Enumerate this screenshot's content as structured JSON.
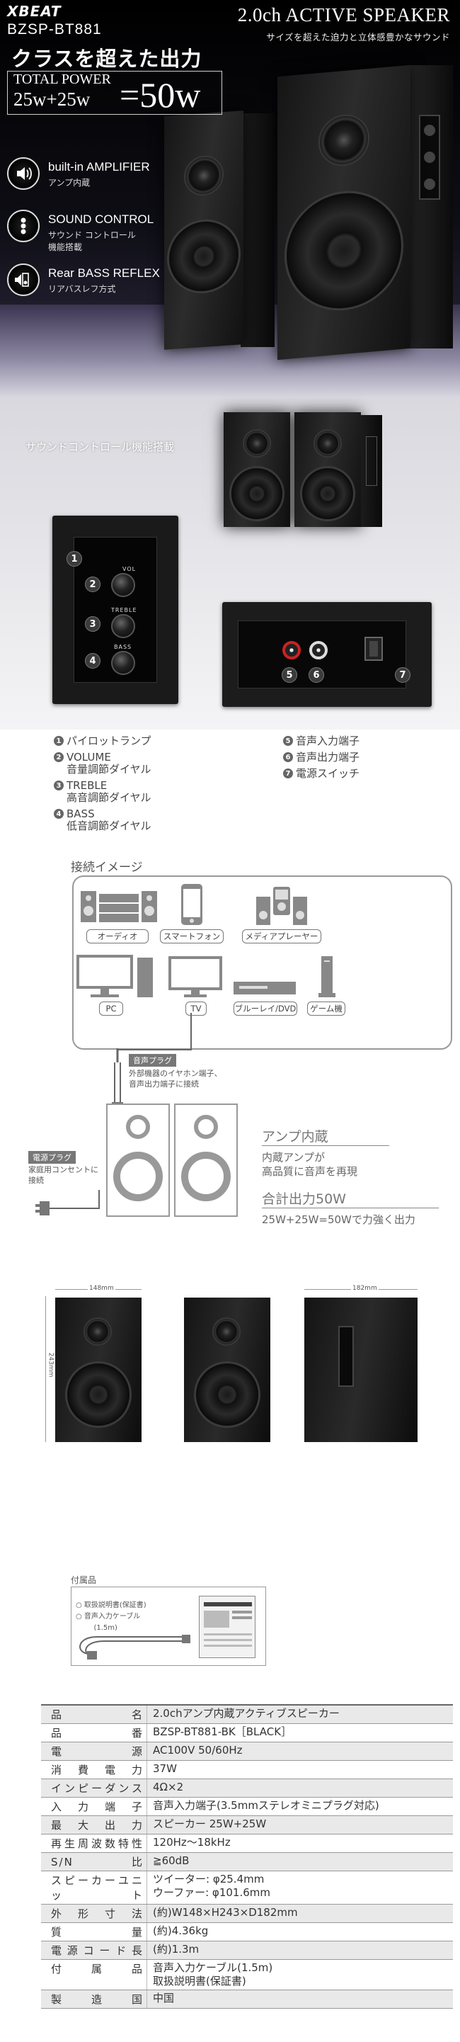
{
  "header": {
    "brand": "XBEAT",
    "model": "BZSP-BT881",
    "title": "2.0ch ACTIVE SPEAKER",
    "subtitle": "サイズを超えた迫力と立体感豊かなサウンド"
  },
  "hero": {
    "headline": "クラスを超えた出力",
    "power_label": "TOTAL POWER",
    "power_breakdown": "25w+25w",
    "power_total": "=50w",
    "features": [
      {
        "title": "built-in AMPLIFIER",
        "desc_lines": [
          "アンプ内蔵"
        ],
        "icon": "speaker-waves-icon"
      },
      {
        "title": "SOUND CONTROL",
        "desc_lines": [
          "サウンド コントロール",
          "機能搭載"
        ],
        "icon": "knobs-icon"
      },
      {
        "title": "Rear BASS REFLEX",
        "desc_lines": [
          "リアバスレフ方式"
        ],
        "icon": "speaker-back-icon"
      }
    ]
  },
  "sound_control": {
    "title": "サウンドコントロール機能搭載",
    "panel_labels": [
      "VOL",
      "TREBLE",
      "BASS"
    ],
    "legend_left": [
      {
        "num": "1",
        "lines": [
          "パイロットランプ"
        ]
      },
      {
        "num": "2",
        "lines": [
          "VOLUME",
          "音量調節ダイヤル"
        ]
      },
      {
        "num": "3",
        "lines": [
          "TREBLE",
          "高音調節ダイヤル"
        ]
      },
      {
        "num": "4",
        "lines": [
          "BASS",
          "低音調節ダイヤル"
        ]
      }
    ],
    "legend_right": [
      {
        "num": "5",
        "lines": [
          "音声入力端子"
        ]
      },
      {
        "num": "6",
        "lines": [
          "音声出力端子"
        ]
      },
      {
        "num": "7",
        "lines": [
          "電源スイッチ"
        ]
      }
    ]
  },
  "connection": {
    "title": "接続イメージ",
    "devices": [
      "オーディオ",
      "スマートフォン",
      "メディアプレーヤー",
      "PC",
      "TV",
      "ブルーレイ/DVD",
      "ゲーム機"
    ],
    "audio_plug": {
      "tag": "音声プラグ",
      "note_lines": [
        "外部機器のイヤホン端子、",
        "音声出力端子に接続"
      ]
    },
    "power_plug": {
      "tag": "電源プラグ",
      "note_lines": [
        "家庭用コンセントに",
        "接続"
      ]
    },
    "amp": {
      "title": "アンプ内蔵",
      "desc_lines": [
        "内蔵アンプが",
        "高品質に音声を再現"
      ],
      "total_title": "合計出力50W",
      "total_desc": "25W+25W=50Wで力強く出力"
    }
  },
  "dimensions": {
    "width": "148mm",
    "height": "243mm",
    "depth": "182mm"
  },
  "accessories": {
    "title": "付属品",
    "items": [
      "取扱説明書(保証書)",
      "音声入力ケーブル",
      "(1.5m)"
    ]
  },
  "specs": [
    {
      "key": "品名",
      "lines": [
        "2.0chアンプ内蔵アクティブスピーカー"
      ]
    },
    {
      "key": "品番",
      "lines": [
        "BZSP-BT881-BK［BLACK］"
      ]
    },
    {
      "key": "電源",
      "lines": [
        "AC100V 50/60Hz"
      ]
    },
    {
      "key": "消費電力",
      "lines": [
        "37W"
      ]
    },
    {
      "key": "インピーダンス",
      "lines": [
        "4Ω×2"
      ]
    },
    {
      "key": "入力端子",
      "lines": [
        "音声入力端子(3.5mmステレオミニプラグ対応)"
      ]
    },
    {
      "key": "最大出力",
      "lines": [
        "スピーカー 25W+25W"
      ]
    },
    {
      "key": "再生周波数特性",
      "lines": [
        "120Hz〜18kHz"
      ]
    },
    {
      "key": "S/N比",
      "lines": [
        "≧60dB"
      ]
    },
    {
      "key": "スピーカーユニット",
      "lines": [
        "ツイーター: φ25.4mm",
        "ウーファー: φ101.6mm"
      ]
    },
    {
      "key": "外形寸法",
      "lines": [
        "(約)W148×H243×D182mm"
      ]
    },
    {
      "key": "質量",
      "lines": [
        "(約)4.36kg"
      ]
    },
    {
      "key": "電源コード長",
      "lines": [
        "(約)1.3m"
      ]
    },
    {
      "key": "付属品",
      "lines": [
        "音声入力ケーブル(1.5m)",
        "取扱説明書(保証書)"
      ]
    },
    {
      "key": "製造国",
      "lines": [
        "中国"
      ]
    }
  ]
}
